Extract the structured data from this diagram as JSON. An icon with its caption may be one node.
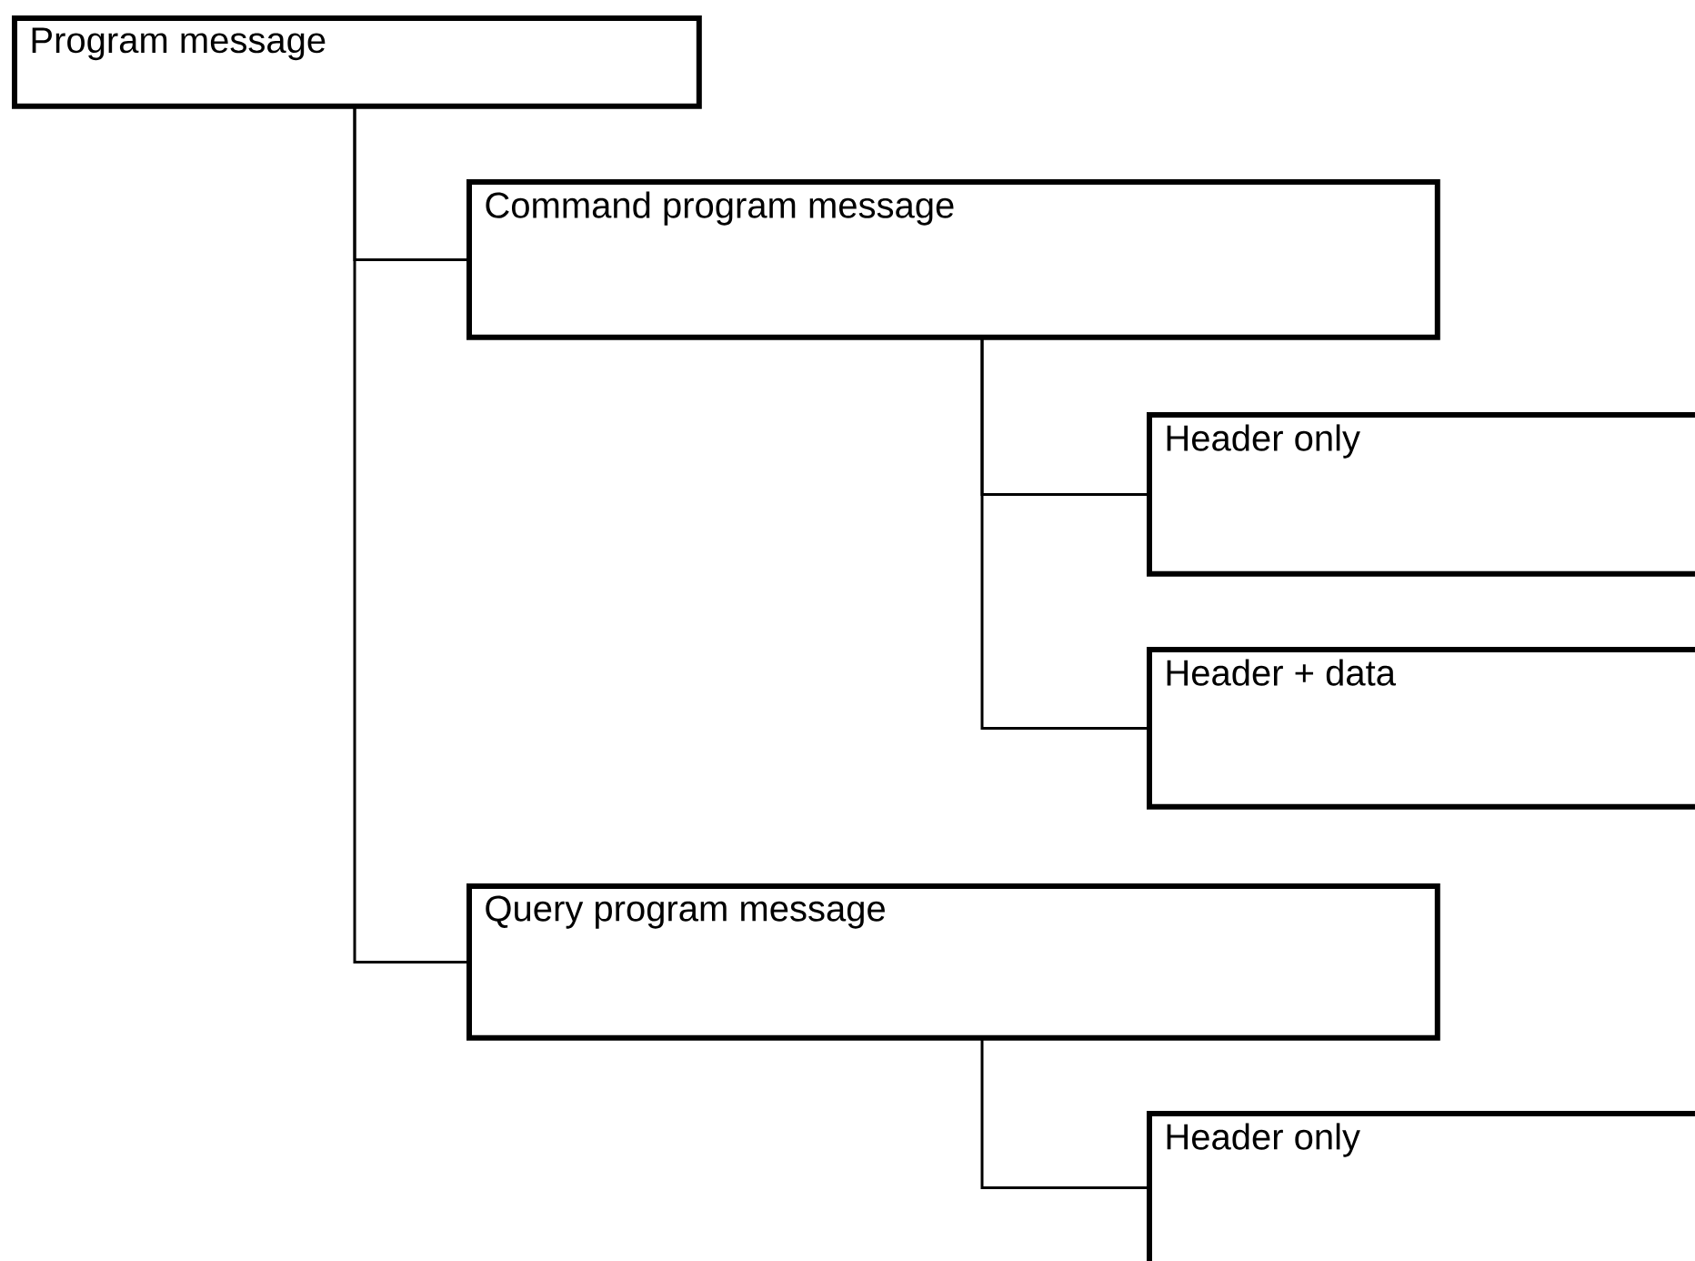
{
  "diagram": {
    "nodes": [
      {
        "text": [
          "Program message"
        ]
      },
      {
        "text": [
          "Command program message"
        ]
      },
      {
        "text": [
          "Header only"
        ]
      },
      {
        "text": [
          "Header + data"
        ]
      },
      {
        "text": [
          "Query program message"
        ]
      },
      {
        "text": [
          "Header only"
        ]
      }
    ],
    "edges": [
      {
        "from": 0,
        "to": 1,
        "arrow": "none"
      },
      {
        "from": 1,
        "to": 2,
        "arrow": "none"
      },
      {
        "from": 1,
        "to": 3,
        "arrow": "none"
      },
      {
        "from": 0,
        "to": 4,
        "arrow": "none"
      },
      {
        "from": 4,
        "to": 5,
        "arrow": "none"
      }
    ]
  }
}
